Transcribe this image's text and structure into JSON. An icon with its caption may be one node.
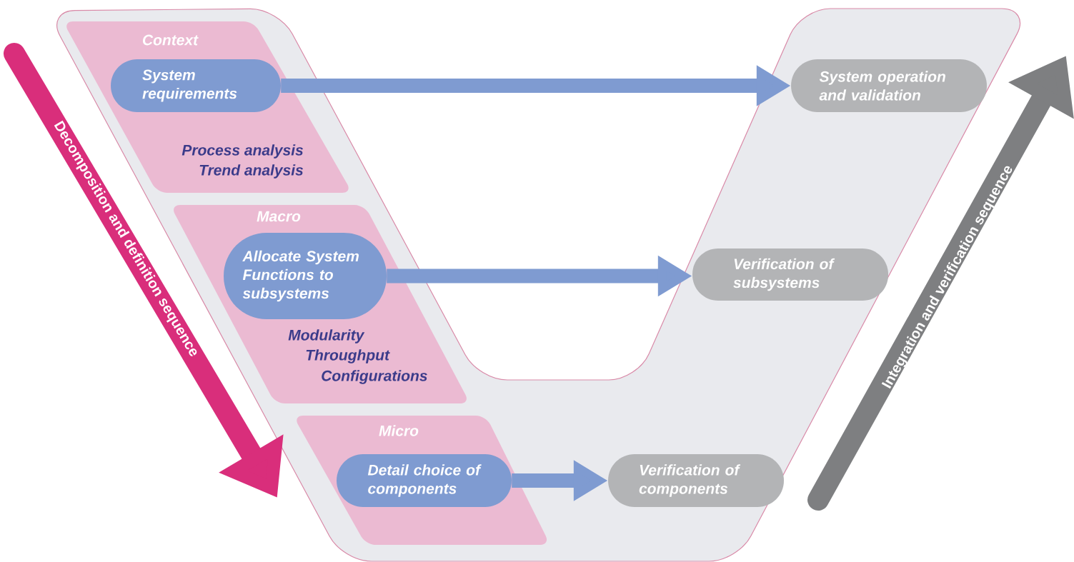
{
  "diagram": {
    "nodes": [
      {
        "text": [],
        "shape": "band"
      },
      {
        "text": [
          "Context",
          "Process analysis",
          "Trend analysis"
        ],
        "in": 0
      },
      {
        "text": [
          "System requirements"
        ],
        "in": 1
      },
      {
        "text": [
          "Macro",
          "Modularity",
          "Throughput",
          "Configurations"
        ],
        "in": 0
      },
      {
        "text": [
          "Allocate System Functions to subsystems"
        ],
        "in": 3
      },
      {
        "text": [
          "Micro"
        ],
        "in": 0
      },
      {
        "text": [
          "Detail choice of components"
        ],
        "in": 5
      },
      {
        "text": [
          "System operation and validation"
        ],
        "in": 0
      },
      {
        "text": [
          "Verification of subsystems"
        ],
        "in": 0
      },
      {
        "text": [
          "Verification of components"
        ],
        "in": 0
      }
    ],
    "edges": [
      {
        "from": 2,
        "to": 7,
        "arrow": "to"
      },
      {
        "from": 4,
        "to": 8,
        "arrow": "to"
      },
      {
        "from": 6,
        "to": 9,
        "arrow": "to"
      }
    ],
    "labels": [
      "Decomposition and definition sequence",
      "Integration and verification sequence"
    ]
  }
}
